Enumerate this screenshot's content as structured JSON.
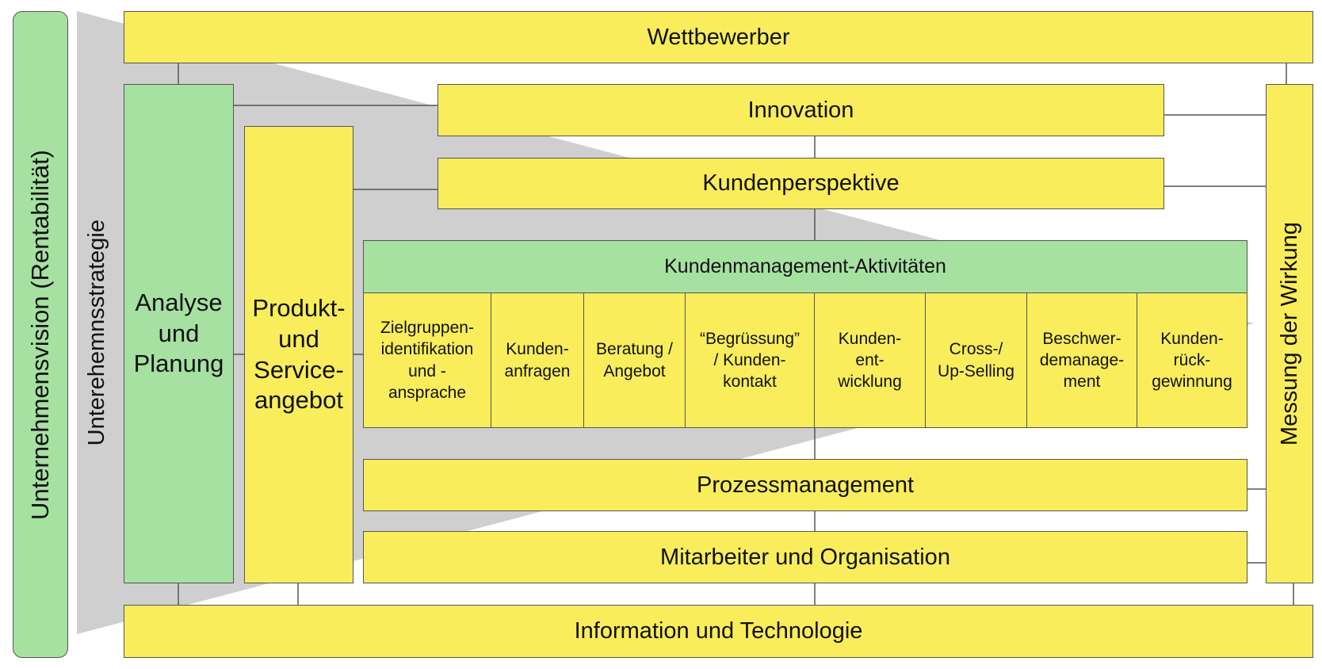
{
  "vision": "Unternehmensvision (Rentabilität)",
  "strategy": "Unterehemnsstrategie",
  "top_bar": "Wettbewerber",
  "bottom_bar": "Information und Technologie",
  "analysis": "Analyse\nund\nPlanung",
  "product": "Produkt-\nund\nService-\nangebot",
  "innovation": "Innovation",
  "customer_perspective": "Kundenperspektive",
  "activities": {
    "title": "Kundenmanagement-Aktivitäten",
    "items": [
      "Zielgruppen-\nidentifikation\nund -\nansprache",
      "Kunden-\nanfragen",
      "Beratung /\nAngebot",
      "“Begrüssung”\n/ Kunden-\nkontakt",
      "Kunden-\nent-\nwicklung",
      "Cross-/\nUp-Selling",
      "Beschwer-\ndemanage-\nment",
      "Kunden-\nrück-\ngewinnung"
    ]
  },
  "process": "Prozessmanagement",
  "employees": "Mitarbeiter und Organisation",
  "measurement": "Messung der Wirkung",
  "colors": {
    "yellow": "#f9ed5c",
    "green": "#a6e1a2",
    "funnel_gray": "#cfcfcf",
    "line": "#555555"
  }
}
